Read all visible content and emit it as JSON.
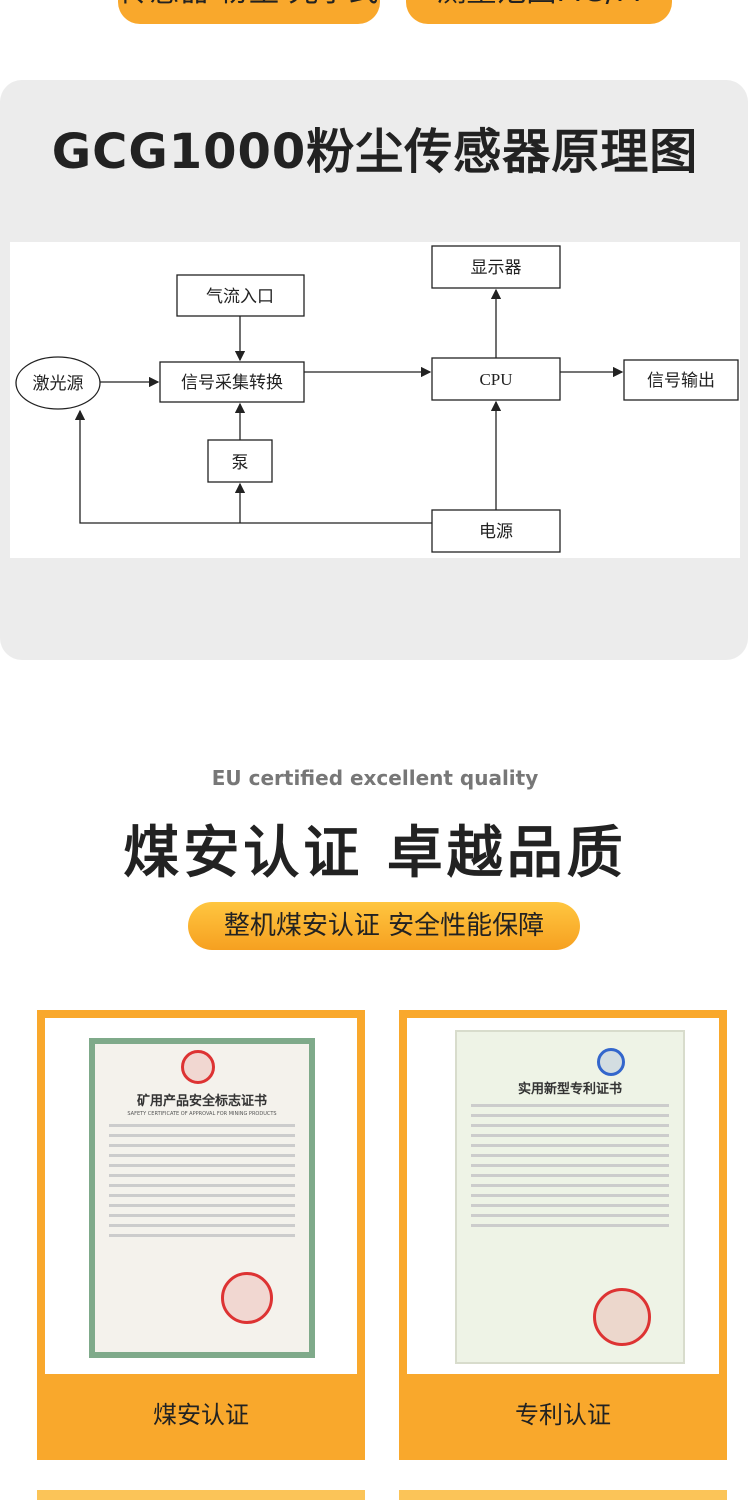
{
  "top_pills": [
    "传感器 粉尘 光学式",
    "测量范围MG/M"
  ],
  "principle": {
    "title": "GCG1000粉尘传感器原理图",
    "nodes": {
      "airflow": "气流入口",
      "laser": "激光源",
      "signal": "信号采集转换",
      "pump": "泵",
      "cpu": "CPU",
      "display": "显示器",
      "output": "信号输出",
      "power": "电源"
    }
  },
  "cert_section": {
    "subtitle": "EU certified excellent quality",
    "title": "煤安认证  卓越品质",
    "badge": "整机煤安认证  安全性能保障",
    "cards": [
      {
        "caption": "煤安认证",
        "doc_title": "矿用产品安全标志证书",
        "doc_subtitle": "SAFETY CERTIFICATE OF APPROVAL FOR MINING PRODUCTS"
      },
      {
        "caption": "专利认证",
        "doc_title": "实用新型专利证书"
      }
    ]
  }
}
